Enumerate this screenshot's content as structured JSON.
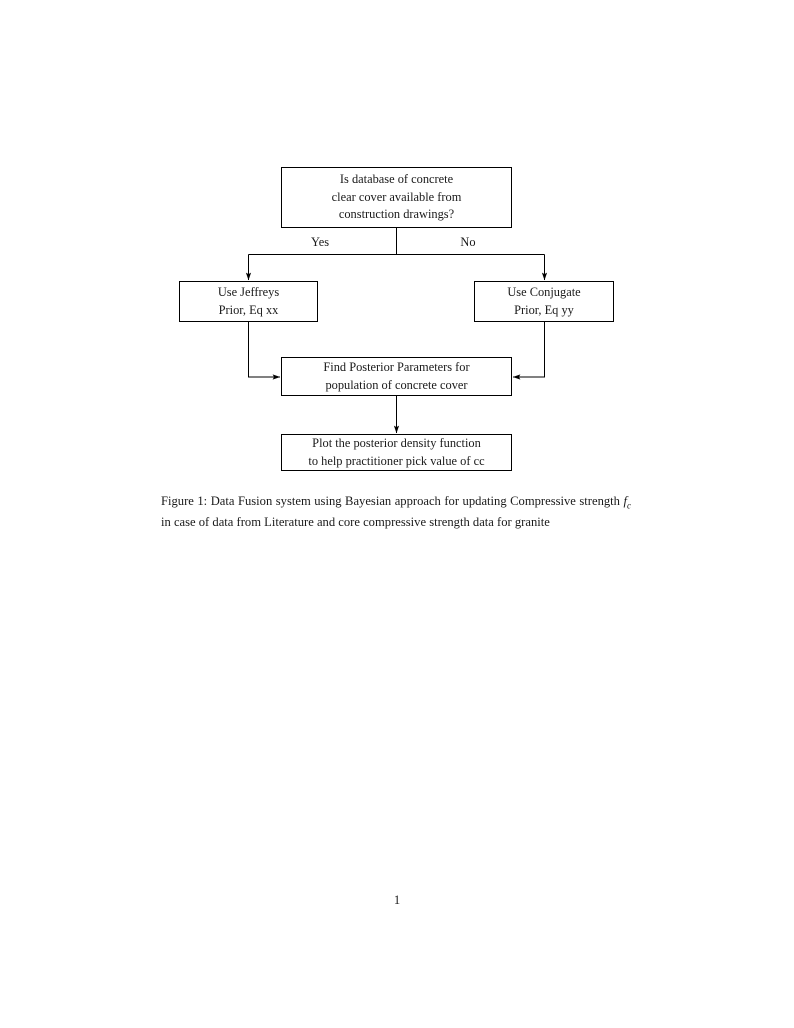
{
  "document": {
    "page_number": "1"
  },
  "figure": {
    "nodes": {
      "decision": {
        "line1": "Is database of concrete",
        "line2": "clear cover available from",
        "line3": "construction drawings?"
      },
      "jeffreys": {
        "line1": "Use Jeffreys",
        "line2": "Prior, Eq xx"
      },
      "conjugate": {
        "line1": "Use Conjugate",
        "line2": "Prior, Eq yy"
      },
      "posterior": {
        "line1": "Find Posterior Parameters for",
        "line2": "population of concrete cover"
      },
      "plot": {
        "line1": "Plot the posterior density function",
        "line2": "to help practitioner pick value of cc"
      }
    },
    "edge_labels": {
      "yes": "Yes",
      "no": "No"
    },
    "stroke_color": "#000000"
  },
  "caption": {
    "label": "Figure 1:",
    "text_before_symbol": " Data Fusion system using Bayesian approach for updating Compressive strength ",
    "symbol_base": "f",
    "symbol_subscript": "c",
    "text_after_symbol": " in case of data from Literature and core compressive strength data for granite"
  }
}
